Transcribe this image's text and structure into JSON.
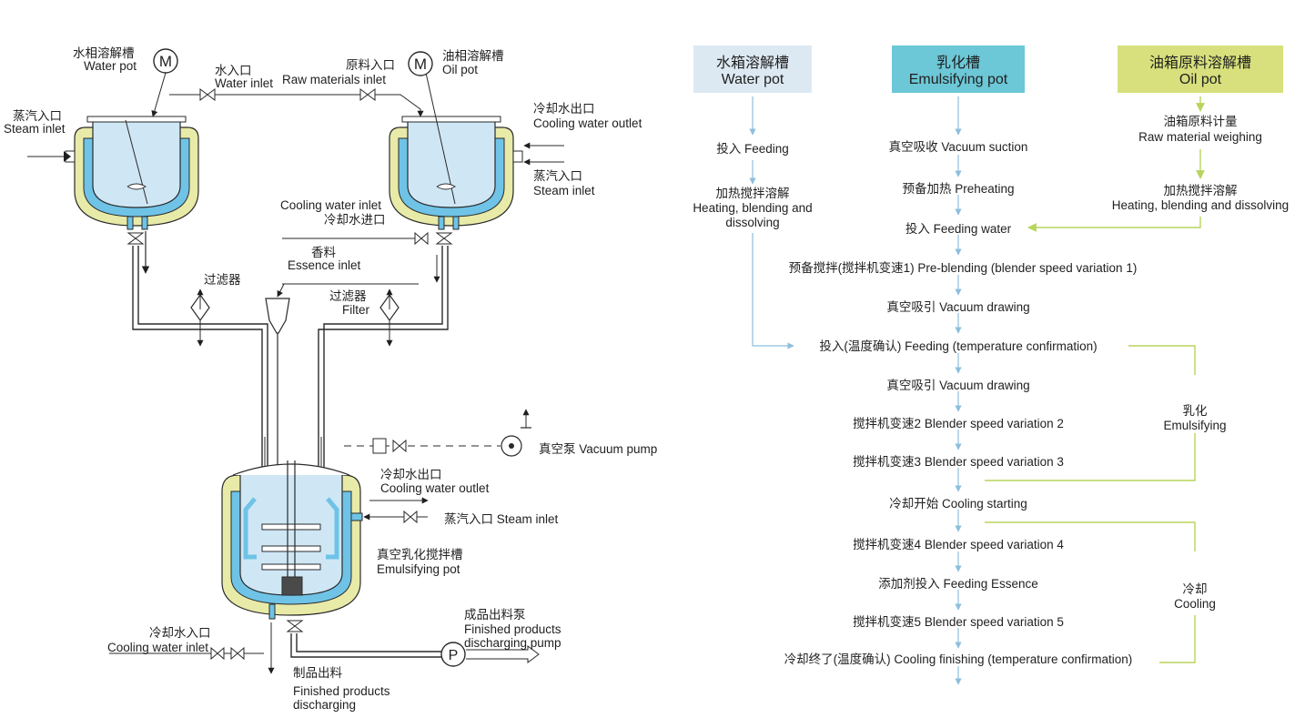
{
  "colors": {
    "tank_fill": "#cfe7f5",
    "jacket_blue": "#6fc3e6",
    "jacket_yellow": "#e8eaa8",
    "outline": "#2a2a2a",
    "flow_blue": "#8dbfdc",
    "flow_green": "#b7d45c",
    "water_hdr": "#dde9f2",
    "emul_hdr": "#6cc7d6",
    "oil_hdr": "#d7e07c"
  },
  "icons": {
    "motor": "circle-M",
    "pump": "circle-P",
    "vacuum_pump": "circle-fan",
    "valve": "bowtie"
  },
  "left": {
    "motor_symbol": "M",
    "pump_symbol": "P",
    "water_pot_cn": "水相溶解槽",
    "water_pot_en": "Water pot",
    "water_inlet_cn": "水入口",
    "water_inlet_en": "Water inlet",
    "raw_inlet_cn": "原料入口",
    "raw_inlet_en": "Raw materials inlet",
    "oil_pot_cn": "油相溶解槽",
    "oil_pot_en": "Oil pot",
    "steam_inlet_cn": "蒸汽入口",
    "steam_inlet_en": "Steam inlet",
    "cool_out_cn": "冷却水出口",
    "cool_out_en": "Cooling water outlet",
    "steam_inlet2_cn": "蒸汽入口",
    "steam_inlet2_en": "Steam inlet",
    "cool_in_en": "Cooling water inlet",
    "cool_in_cn": "冷却水进口",
    "essence_cn": "香料",
    "essence_en": "Essence inlet",
    "filter_left_cn": "过滤器",
    "filter_right_cn": "过滤器",
    "filter_right_en": "Filter",
    "vacuum_pump": "真空泵 Vacuum pump",
    "cool_out2_cn": "冷却水出口",
    "cool_out2_en": "Cooling water outlet",
    "steam_inlet3": "蒸汽入口 Steam inlet",
    "emul_pot_cn": "真空乳化搅拌槽",
    "emul_pot_en": "Emulsifying pot",
    "cool_in2_cn": "冷却水入口",
    "cool_in2_en": "Cooling water inlet",
    "finished_pump_cn": "成品出料泵",
    "finished_pump_en1": "Finished products",
    "finished_pump_en2": "discharging pump",
    "discharge_cn": "制品出料",
    "discharge_en1": "Finished products",
    "discharge_en2": "discharging"
  },
  "flow": {
    "water": {
      "header_cn": "水箱溶解槽",
      "header_en": "Water pot",
      "step1": "投入 Feeding",
      "step2_cn": "加热搅拌溶解",
      "step2_en1": "Heating, blending and",
      "step2_en2": "dissolving"
    },
    "emul": {
      "header_cn": "乳化槽",
      "header_en": "Emulsifying pot",
      "steps": [
        "真空吸收 Vacuum suction",
        "预备加热 Preheating",
        "投入 Feeding water",
        "预备搅拌(搅拌机变速1) Pre-blending (blender speed variation 1)",
        "真空吸引 Vacuum drawing",
        "投入(温度确认) Feeding (temperature confirmation)",
        "真空吸引 Vacuum drawing",
        "搅拌机变速2 Blender speed variation 2",
        "搅拌机变速3 Blender speed variation 3",
        "冷却开始 Cooling starting",
        "搅拌机变速4 Blender speed variation 4",
        "添加剂投入 Feeding Essence",
        "搅拌机变速5 Blender speed variation 5",
        "冷却终了(温度确认) Cooling finishing (temperature confirmation)"
      ]
    },
    "oil": {
      "header_cn": "油箱原料溶解槽",
      "header_en": "Oil pot",
      "step1_cn": "油箱原料计量",
      "step1_en": "Raw material weighing",
      "step2_cn": "加热搅拌溶解",
      "step2_en": "Heating, blending and dissolving"
    },
    "emulsifying_cn": "乳化",
    "emulsifying_en": "Emulsifying",
    "cooling_cn": "冷却",
    "cooling_en": "Cooling"
  }
}
